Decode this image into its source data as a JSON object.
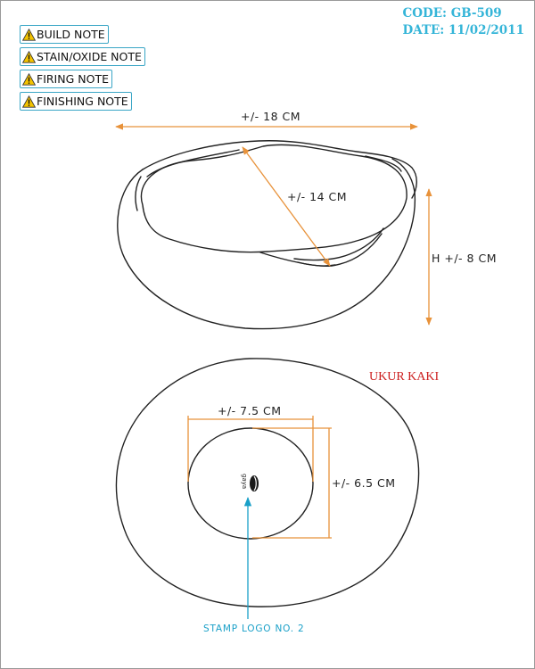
{
  "header": {
    "code": "CODE: GB-509",
    "date": "DATE: 11/02/2011"
  },
  "notes": [
    {
      "label": "BUILD NOTE",
      "icon": "warning-icon"
    },
    {
      "label": "STAIN/OXIDE NOTE",
      "icon": "warning-icon"
    },
    {
      "label": "FIRING NOTE",
      "icon": "warning-icon"
    },
    {
      "label": "FINISHING NOTE",
      "icon": "warning-icon"
    }
  ],
  "top_view": {
    "length_label": "+/- 18 CM",
    "width_label": "+/- 14 CM",
    "height_label": "H +/- 8 CM"
  },
  "bottom_view": {
    "size_label": "UKUR KAKI",
    "foot_width_label": "+/- 7.5 CM",
    "foot_height_label": "+/- 6.5 CM",
    "stamp_label": "STAMP LOGO NO. 2",
    "stamp_text": "gaya"
  },
  "colors": {
    "dimension": "#e8923a",
    "accent": "#35b5d8",
    "ukur_kaki": "#cc1f1f",
    "outline": "#222222"
  }
}
